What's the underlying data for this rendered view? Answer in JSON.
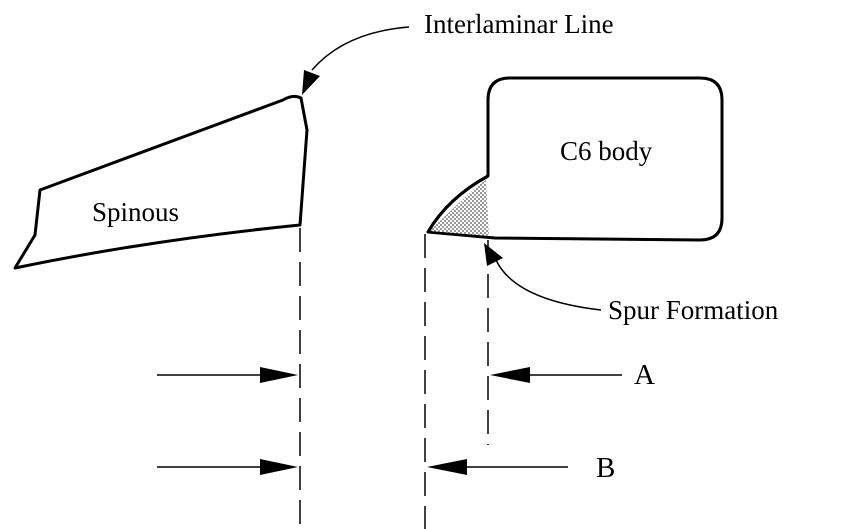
{
  "labels": {
    "interlaminar_line": "Interlaminar Line",
    "c6_body": "C6 body",
    "spinous": "Spinous",
    "spur_formation": "Spur Formation",
    "dimension_a": "A",
    "dimension_b": "B"
  },
  "colors": {
    "stroke": "#000000",
    "spur_fill": "#c8c8c8",
    "background": "#ffffff"
  }
}
